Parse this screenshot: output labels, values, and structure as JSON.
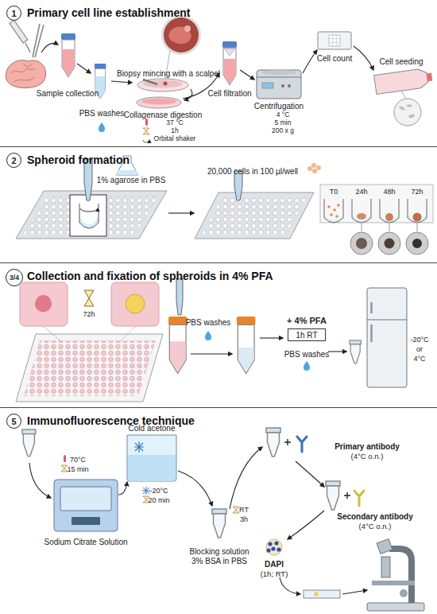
{
  "diagram": {
    "nodes": [
      {
        "text": [
          "Primary cell line establishment"
        ]
      },
      {
        "text": [
          "1"
        ],
        "in": 0
      },
      {
        "text": [
          "Spheroid formation"
        ]
      },
      {
        "text": [
          "2"
        ],
        "in": 2
      },
      {
        "text": [
          "Collection and fixation of spheroids in 4% PFA"
        ]
      },
      {
        "text": [
          "3/4"
        ],
        "in": 4
      },
      {
        "text": [
          "1h RT"
        ],
        "in": 4
      },
      {
        "text": [
          "Immunofluorescence technique"
        ]
      },
      {
        "text": [
          "5"
        ],
        "in": 7
      }
    ],
    "labels": [
      "Sample collection",
      "PBS washes",
      "Biopsy mincing with a scalpel",
      "Collagenase digestion",
      "37 °C",
      "1h",
      "Orbital shaker",
      "Cell filtration",
      "Centrifugation",
      "4 °C",
      "5 min",
      "200 x g",
      "Cell count",
      "Cell seeding",
      "1% agarose in PBS",
      "20,000 cells in 100 µl/well",
      "T0",
      "24h",
      "48h",
      "72h",
      "72h",
      "PBS washes",
      "+ 4% PFA",
      "PBS washes",
      "-20°C",
      "or",
      "4°C",
      "70°C",
      "15 min",
      "Sodium Citrate Solution",
      "Cold acetone",
      "-20°C",
      "20 min",
      "Blocking solution",
      "3% BSA in PBS",
      "RT",
      "3h",
      "Primary antibody",
      "(4°C o.n.)",
      "Secondary antibody",
      "(4°C o.n.)",
      "DAPI",
      "(1h; RT)"
    ]
  }
}
